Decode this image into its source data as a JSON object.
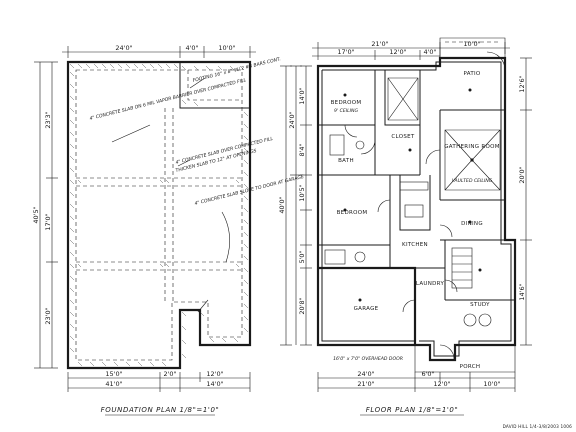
{
  "sheet": {
    "titles": {
      "foundation": "FOUNDATION PLAN 1/8\"=1'0\"",
      "floor": "FLOOR PLAN 1/8\"=1'0\""
    },
    "stamp": "DAVID HILL 1/4-3/8/2003 1006"
  },
  "foundation": {
    "dims": {
      "top_a": "24'0\"",
      "top_b": "4'0\"",
      "top_c": "10'0\"",
      "left_a": "23'3\"",
      "left_b": "40'5\"",
      "left_c": "17'0\"",
      "left_d": "23'0\"",
      "bot_a": "15'0\"",
      "bot_b": "2'0\"",
      "bot_c": "12'0\"",
      "bot_d": "41'0\"",
      "bot_e": "14'0\""
    },
    "notes": {
      "n1": "4\" CONCRETE SLAB ON 6 MIL VAPOR BARRIER OVER COMPACTED FILL",
      "n2": "FOOTING 16\" x 8\" W/ 2 #4 BARS CONT.",
      "n3": "4\" CONCRETE SLAB OVER COMPACTED FILL",
      "n4": "THICKEN SLAB TO 12\" AT OPENINGS",
      "n5": "4\" CONCRETE SLAB SLOPE TO DOOR AT GARAGE"
    }
  },
  "floor": {
    "rooms": {
      "patio": "PATIO",
      "gathering": "GATHERING ROOM",
      "bedroom1": "BEDROOM",
      "bedroom2": "BEDROOM",
      "bath": "BATH",
      "closet": "CLOSET",
      "kitchen": "KITCHEN",
      "dining": "DINING",
      "garage": "GARAGE",
      "laundry": "LAUNDRY",
      "study": "STUDY",
      "porch": "PORCH"
    },
    "dims": {
      "top_a": "21'0\"",
      "top_b": "17'0\"",
      "top_c": "12'0\"",
      "top_d": "4'0\"",
      "top_e": "10'0\"",
      "left_a": "24'0\"",
      "left_b": "14'0\"",
      "left_c": "8'4\"",
      "left_d": "10'5\"",
      "left_e": "5'0\"",
      "left_f": "40'0\"",
      "left_g": "20'8\"",
      "right_a": "12'6\"",
      "right_b": "20'0\"",
      "right_c": "14'6\"",
      "bot_a": "24'0\"",
      "bot_b": "21'0\"",
      "bot_c": "6'0\"",
      "bot_d": "12'0\"",
      "bot_e": "10'0\""
    },
    "notes": {
      "garage_door": "16'0\" x 7'0\" OVERHEAD DOOR",
      "ceiling": "9' CEILING",
      "vault": "VAULTED CEILING"
    }
  }
}
